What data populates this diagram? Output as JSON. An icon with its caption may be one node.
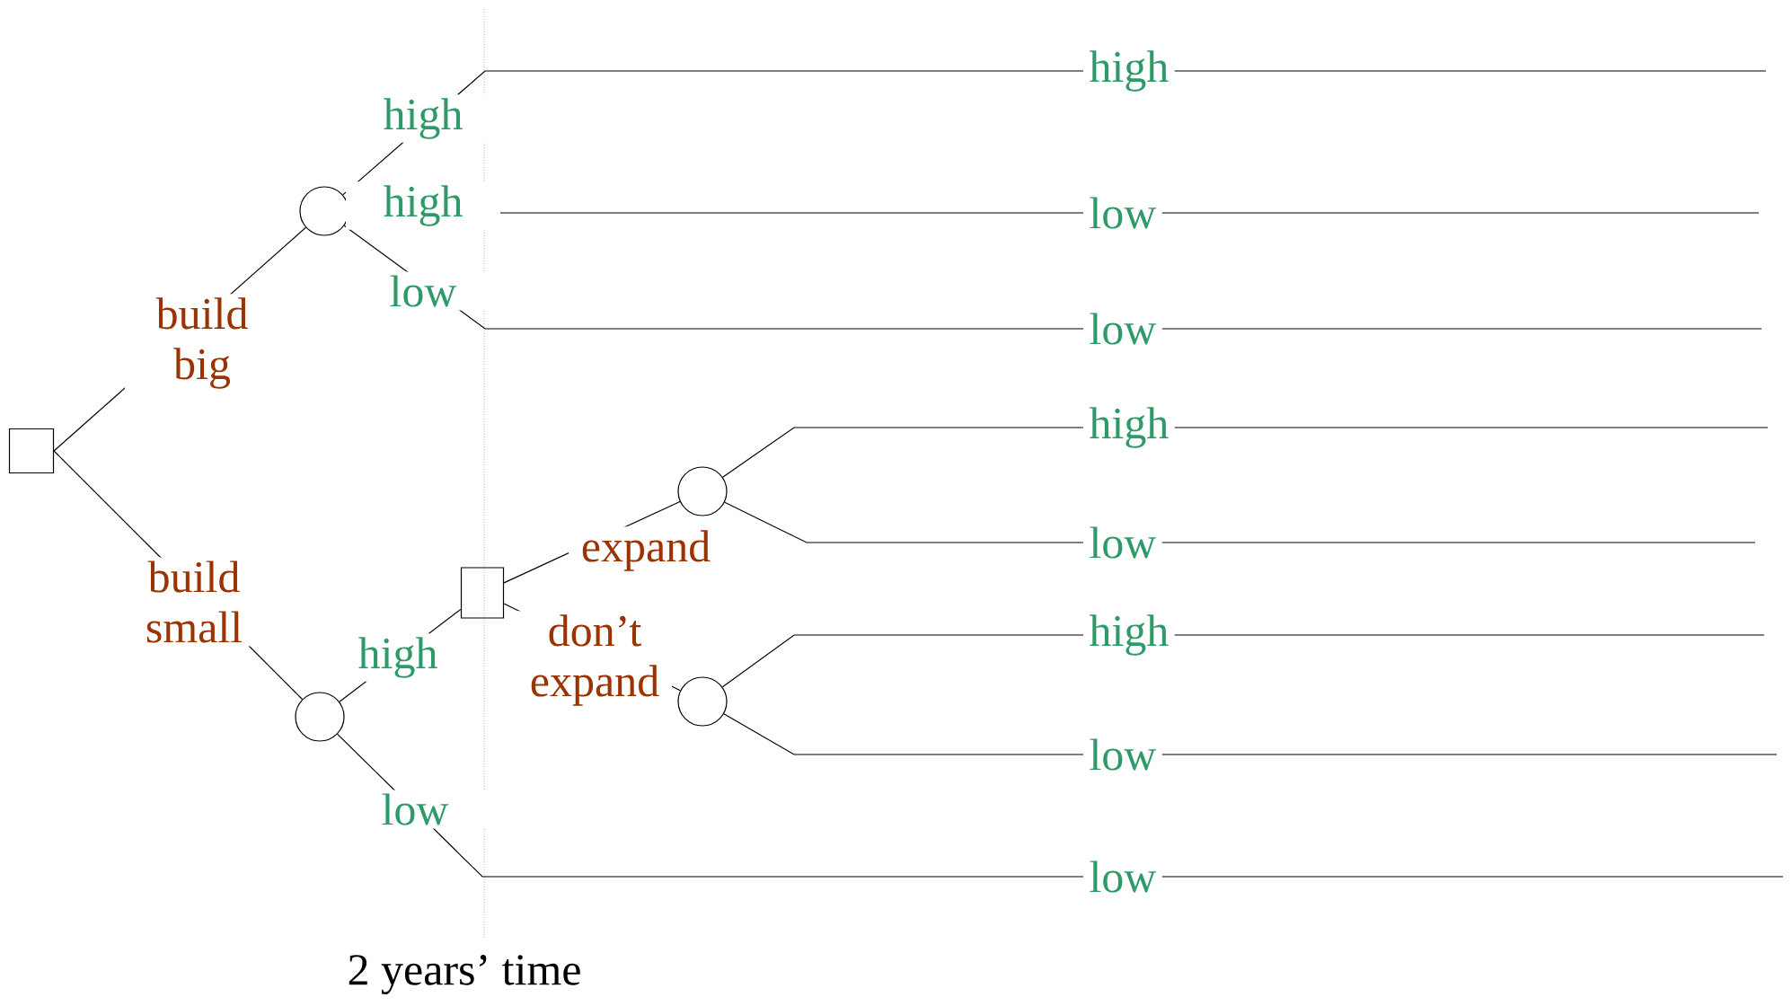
{
  "diagram": {
    "nodes": [
      {
        "text": [],
        "shape": "box"
      },
      {
        "text": [],
        "shape": "circle"
      },
      {
        "text": [],
        "shape": "circle"
      },
      {
        "text": [],
        "shape": "box"
      },
      {
        "text": [],
        "shape": "circle"
      },
      {
        "text": [],
        "shape": "circle"
      },
      {
        "text": [
          "high"
        ]
      },
      {
        "text": [
          "low"
        ]
      },
      {
        "text": [
          "low"
        ]
      },
      {
        "text": [
          "high"
        ]
      },
      {
        "text": [
          "low"
        ]
      },
      {
        "text": [
          "high"
        ]
      },
      {
        "text": [
          "low"
        ]
      },
      {
        "text": [
          "low"
        ]
      }
    ],
    "edges": [
      {
        "from": 0,
        "to": 1,
        "arrow": "none",
        "label": "build big"
      },
      {
        "from": 0,
        "to": 2,
        "arrow": "none",
        "label": "build small"
      },
      {
        "from": 1,
        "to": 6,
        "arrow": "none",
        "label": "high"
      },
      {
        "from": 1,
        "to": 7,
        "arrow": "none",
        "label": "high"
      },
      {
        "from": 1,
        "to": 8,
        "arrow": "none",
        "label": "low"
      },
      {
        "from": 2,
        "to": 3,
        "arrow": "none",
        "label": "high"
      },
      {
        "from": 2,
        "to": 13,
        "arrow": "none",
        "label": "low"
      },
      {
        "from": 3,
        "to": 4,
        "arrow": "none",
        "label": "expand"
      },
      {
        "from": 3,
        "to": 5,
        "arrow": "none",
        "label": "don’t expand"
      },
      {
        "from": 4,
        "to": 9,
        "arrow": "none"
      },
      {
        "from": 4,
        "to": 10,
        "arrow": "none"
      },
      {
        "from": 5,
        "to": 11,
        "arrow": "none"
      },
      {
        "from": 5,
        "to": 12,
        "arrow": "none"
      },
      {
        "from": 6,
        "to": null,
        "arrow": "none"
      },
      {
        "from": 7,
        "to": null,
        "arrow": "none"
      },
      {
        "from": 8,
        "to": null,
        "arrow": "none"
      },
      {
        "from": 9,
        "to": null,
        "arrow": "none"
      },
      {
        "from": 10,
        "to": null,
        "arrow": "none"
      },
      {
        "from": 11,
        "to": null,
        "arrow": "none"
      },
      {
        "from": 12,
        "to": null,
        "arrow": "none"
      },
      {
        "from": 13,
        "to": null,
        "arrow": "none"
      }
    ],
    "labels": [
      "2 years’ time"
    ]
  }
}
